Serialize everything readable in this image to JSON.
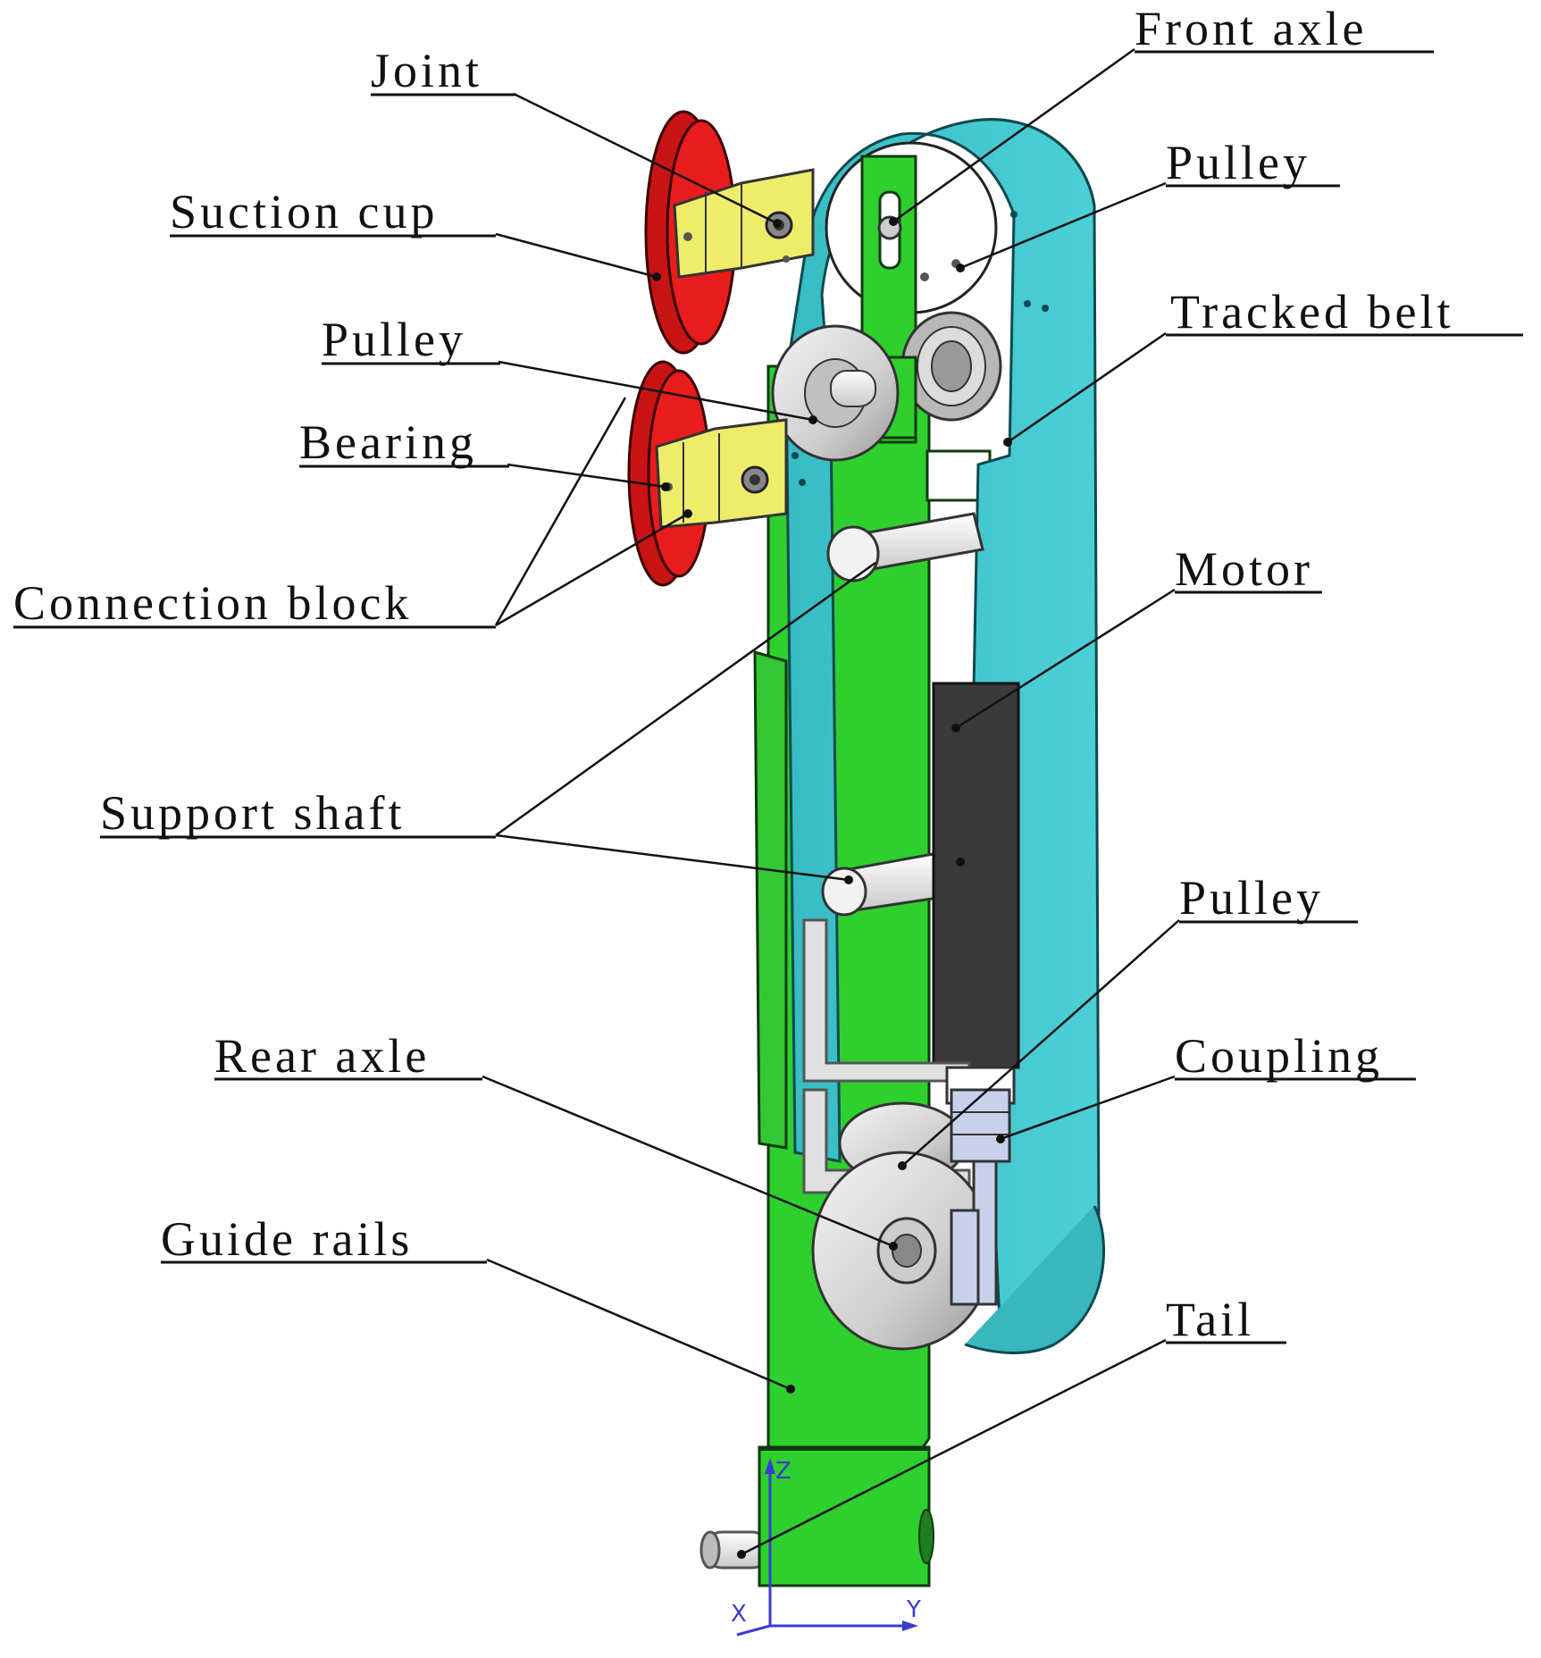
{
  "labels": {
    "front_axle": "Front axle",
    "joint": "Joint",
    "pulley_top": "Pulley",
    "suction_cup": "Suction cup",
    "tracked_belt": "Tracked belt",
    "pulley_left": "Pulley",
    "bearing": "Bearing",
    "motor": "Motor",
    "connection_block": "Connection block",
    "support_shaft": "Support shaft",
    "pulley_bottom": "Pulley",
    "rear_axle": "Rear axle",
    "coupling": "Coupling",
    "guide_rails": "Guide rails",
    "tail": "Tail"
  },
  "axes": {
    "z": "Z",
    "x": "X",
    "y": "Y"
  },
  "colors": {
    "frame": "#2ed02e",
    "belt": "#40c4cc",
    "suction_cup": "#e81c1c",
    "connection_block": "#eeec6a",
    "motor": "#3a3a3a",
    "pulley": "#d2d2d2",
    "guide_rail": "#e0e0e0",
    "axis": "#3b3bd0"
  }
}
